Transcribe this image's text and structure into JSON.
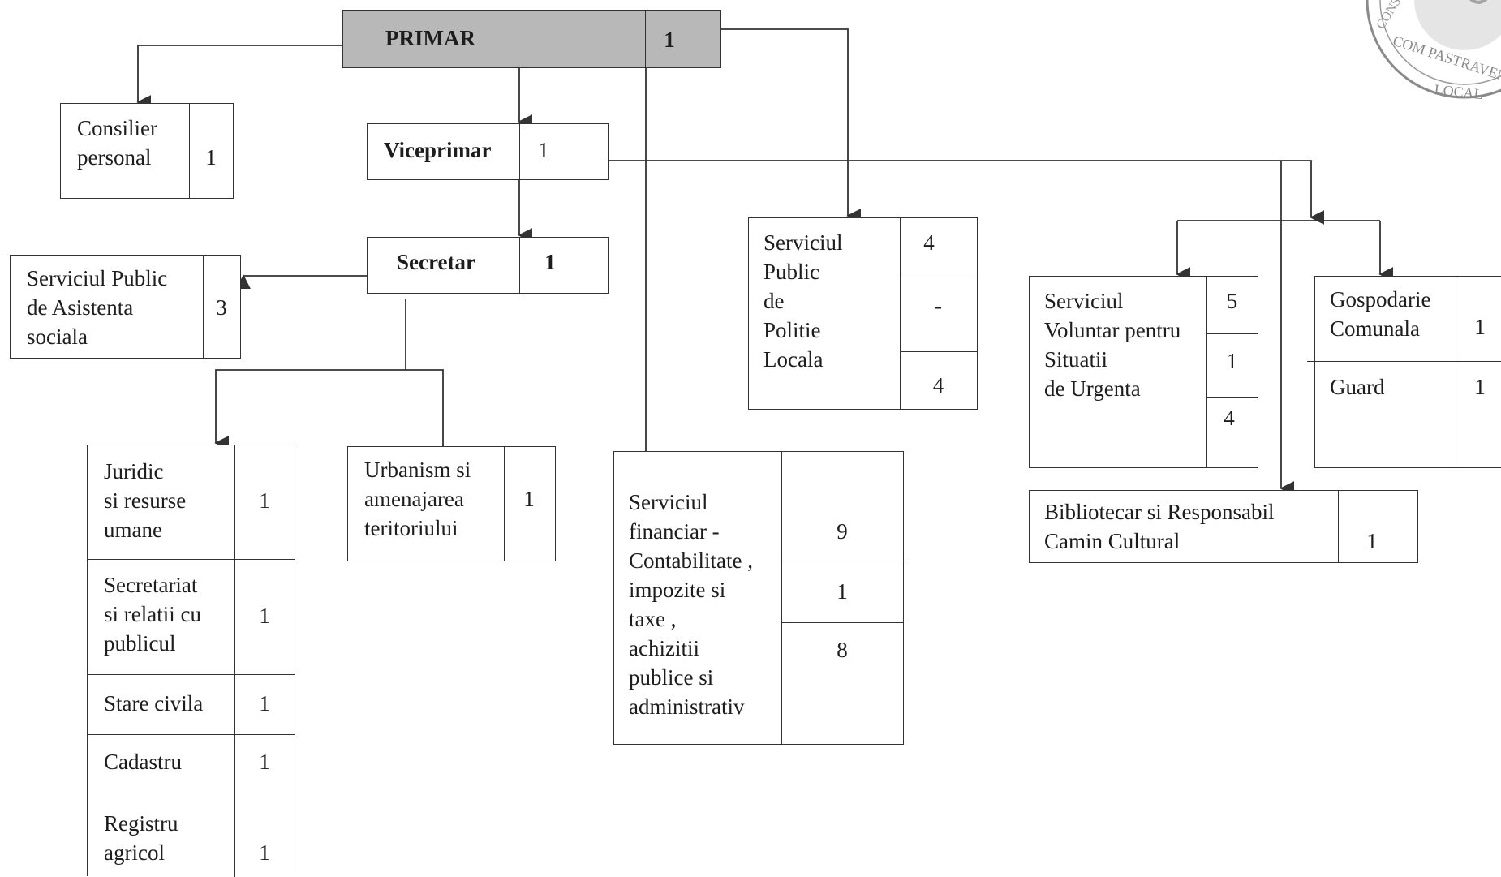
{
  "primar": {
    "label": "PRIMAR",
    "count": "1"
  },
  "consilier": {
    "label": "Consilier\npersonal",
    "count": "1"
  },
  "viceprimar": {
    "label": "Viceprimar",
    "count": "1"
  },
  "secretar": {
    "label": "Secretar",
    "count": "1"
  },
  "asistenta": {
    "label": "Serviciul Public\nde Asistenta\nsociala",
    "count": "3"
  },
  "juridic_group": {
    "rows": [
      {
        "label": "Juridic\n si resurse\numane",
        "count": "1"
      },
      {
        "label": "Secretariat\nsi relatii cu\npublicul",
        "count": "1"
      },
      {
        "label": "Stare civila",
        "count": "1"
      },
      {
        "label": "Cadastru",
        "count": "1"
      },
      {
        "label": "Registru\nagricol",
        "count": "1"
      }
    ]
  },
  "urbanism": {
    "label": "Urbanism  si\namenajarea\nteritoriului",
    "count": "1"
  },
  "financiar": {
    "label": "Serviciul\nfinanciar -\nContabilitate ,\nimpozite si\ntaxe  ,\nachizitii\npublice si\n administrativ",
    "counts": [
      "9",
      "1",
      "8"
    ]
  },
  "politie": {
    "label": "Serviciul\nPublic\n de\n  Politie\nLocala",
    "counts": [
      "4",
      "-",
      "4"
    ]
  },
  "voluntar": {
    "label": "Serviciul\nVoluntar pentru\n Situatii\n de Urgenta",
    "counts": [
      "5",
      "1",
      "4"
    ]
  },
  "gospodarie": {
    "rows": [
      {
        "label": "Gospodarie\nComunala",
        "count": "1"
      },
      {
        "label": "Guard",
        "count": "1"
      }
    ]
  },
  "biblioteca": {
    "label": "Bibliotecar si Responsabil\nCamin        Cultural",
    "count": "1"
  },
  "stamp": {
    "text": "CONSILIUL LOCAL COM PASTRAVENI"
  },
  "colors": {
    "line": "#333333",
    "primar_fill": "#b8b8b8"
  }
}
